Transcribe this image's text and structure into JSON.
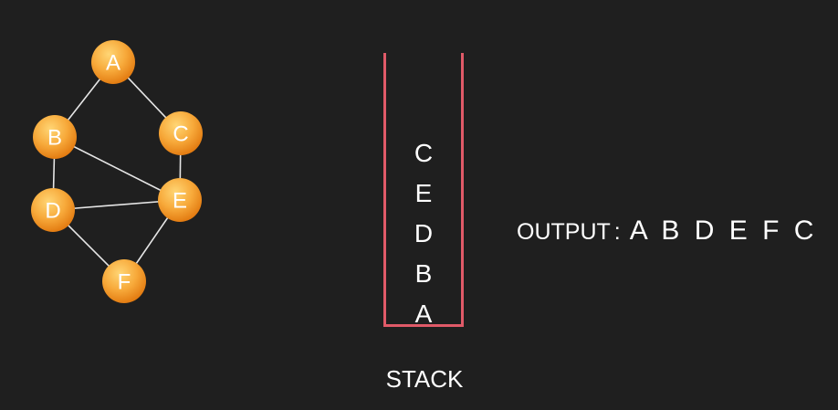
{
  "graph": {
    "nodes": [
      "A",
      "B",
      "C",
      "D",
      "E",
      "F"
    ],
    "edges": [
      [
        "A",
        "B"
      ],
      [
        "A",
        "C"
      ],
      [
        "B",
        "D"
      ],
      [
        "B",
        "E"
      ],
      [
        "C",
        "E"
      ],
      [
        "D",
        "E"
      ],
      [
        "D",
        "F"
      ],
      [
        "E",
        "F"
      ]
    ],
    "colors": {
      "node_light": "#ffc555",
      "node_dark": "#ea8a14",
      "edge": "#e6e6e6"
    }
  },
  "stack": {
    "items": [
      "C",
      "E",
      "D",
      "B",
      "A"
    ],
    "label": "STACK",
    "border_color": "#e05a68"
  },
  "output": {
    "label": "OUTPUT",
    "separator": ":",
    "values": "A B D E F C"
  }
}
